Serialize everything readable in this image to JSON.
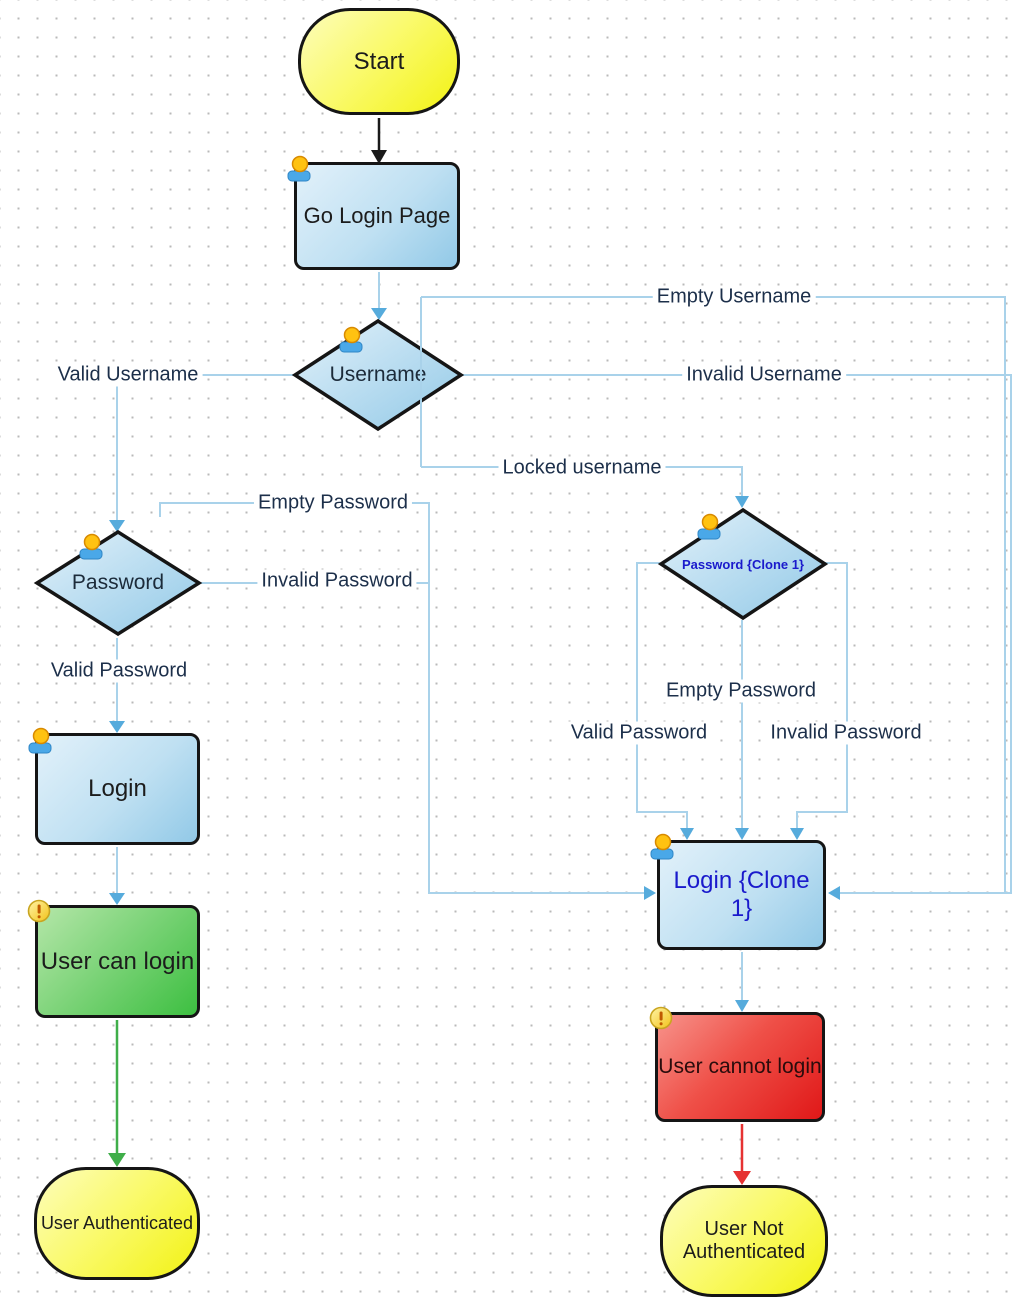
{
  "diagram": {
    "title_hint": "login-flow-diagram",
    "nodes": {
      "start": {
        "label": "Start",
        "shape": "stadium",
        "color": "yellow"
      },
      "go_login_page": {
        "label": "Go Login Page",
        "shape": "rect",
        "color": "blue"
      },
      "username": {
        "label": "Username",
        "shape": "diamond",
        "color": "blue"
      },
      "password": {
        "label": "Password",
        "shape": "diamond",
        "color": "blue"
      },
      "password_clone": {
        "label": "Password {Clone 1}",
        "shape": "diamond",
        "color": "blue"
      },
      "login": {
        "label": "Login",
        "shape": "rect",
        "color": "blue"
      },
      "login_clone": {
        "label": "Login {Clone 1}",
        "shape": "rect",
        "color": "blue"
      },
      "user_can_login": {
        "label": "User can login",
        "shape": "rect",
        "color": "green"
      },
      "user_cannot_login": {
        "label": "User cannot login",
        "shape": "rect",
        "color": "red"
      },
      "user_authenticated": {
        "label": "User Authenticated",
        "shape": "stadium",
        "color": "yellow"
      },
      "user_not_authenticated": {
        "label": "User Not Authenticated",
        "shape": "stadium",
        "color": "yellow"
      }
    },
    "edge_labels": {
      "valid_username": "Valid Username",
      "empty_username": "Empty Username",
      "invalid_username": "Invalid Username",
      "locked_username": "Locked username",
      "empty_password_left": "Empty Password",
      "invalid_password_left": "Invalid Password",
      "valid_password_left": "Valid Password",
      "empty_password_right": "Empty Password",
      "valid_password_right": "Valid Password",
      "invalid_password_right": "Invalid Password"
    },
    "icons": {
      "actor": "actor-icon (yellow head, blue body)",
      "warning": "warning-icon (yellow circle, orange exclamation)"
    },
    "colors": {
      "node_blue_light": "#e2f1fa",
      "node_blue_dark": "#92c9e7",
      "node_yellow_light": "#fdfdbb",
      "node_yellow_dark": "#f2f214",
      "node_green_dark": "#3dbf41",
      "node_red_dark": "#e01818",
      "edge_blue": "#a9d2ea",
      "arrow_blue": "#56abdc",
      "arrow_black": "#1a1a1a",
      "arrow_green": "#3fae49",
      "arrow_red": "#e63232",
      "clone_text_blue": "#1a1acc",
      "edge_label_text": "#1c2f4a",
      "node_border": "#151515"
    }
  }
}
